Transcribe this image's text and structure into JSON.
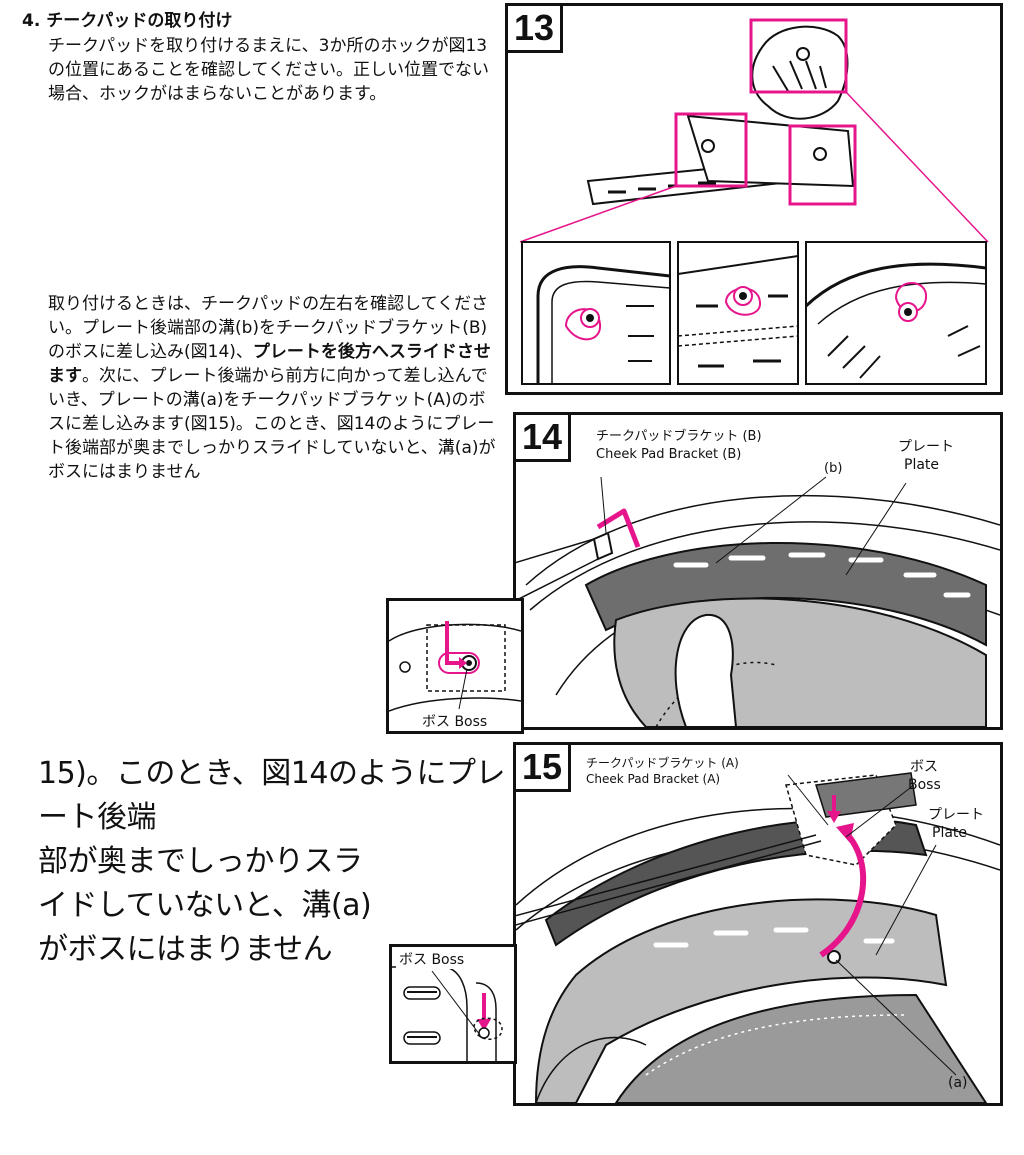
{
  "heading": "4. チークパッドの取り付け",
  "para1": "チークパッドを取り付けるまえに、3か所のホックが図13の位置にあることを確認してください。正しい位置でない場合、ホックがはまらないことがあります。",
  "para2_before": "取り付けるときは、チークパッドの左右を確認してください。プレート後端部の溝(b)をチークパッドブラケット(B)のボスに差し込み(図14)、",
  "para2_bold": "プレートを後方へスライドさせます",
  "para2_after": "。次に、プレート後端から前方に向かって差し込んでいき、プレートの溝(a)をチークパッドブラケット(A)のボスに差し込みます(図15)。このとき、図14のようにプレート後端部が奥までしっかりスライドしていないと、溝(a)がボスにはまりません",
  "enlarged_lines": [
    "15)。このとき、図14のようにプレート後端",
    "部が奥までしっかりスラ",
    "イドしていないと、溝(a)",
    "がボスにはまりません"
  ],
  "fig13": {
    "number": "13"
  },
  "fig14": {
    "number": "14",
    "bracket_jp": "チークパッドブラケット (B)",
    "bracket_en": "Cheek Pad Bracket (B)",
    "groove_b": "(b)",
    "plate_jp": "プレート",
    "plate_en": "Plate",
    "boss_label": "ボス Boss"
  },
  "fig15": {
    "number": "15",
    "bracket_jp": "チークパッドブラケット (A)",
    "bracket_en": "Cheek Pad Bracket (A)",
    "boss_jp": "ボス",
    "boss_en": "Boss",
    "plate_jp": "プレート",
    "plate_en": "Plate",
    "groove_a": "(a)",
    "boss_label": "ボス Boss"
  },
  "colors": {
    "accent": "#e6158c",
    "ink": "#111111",
    "pad_gray": "#8a8a8a",
    "pad_light": "#bdbdbd"
  }
}
